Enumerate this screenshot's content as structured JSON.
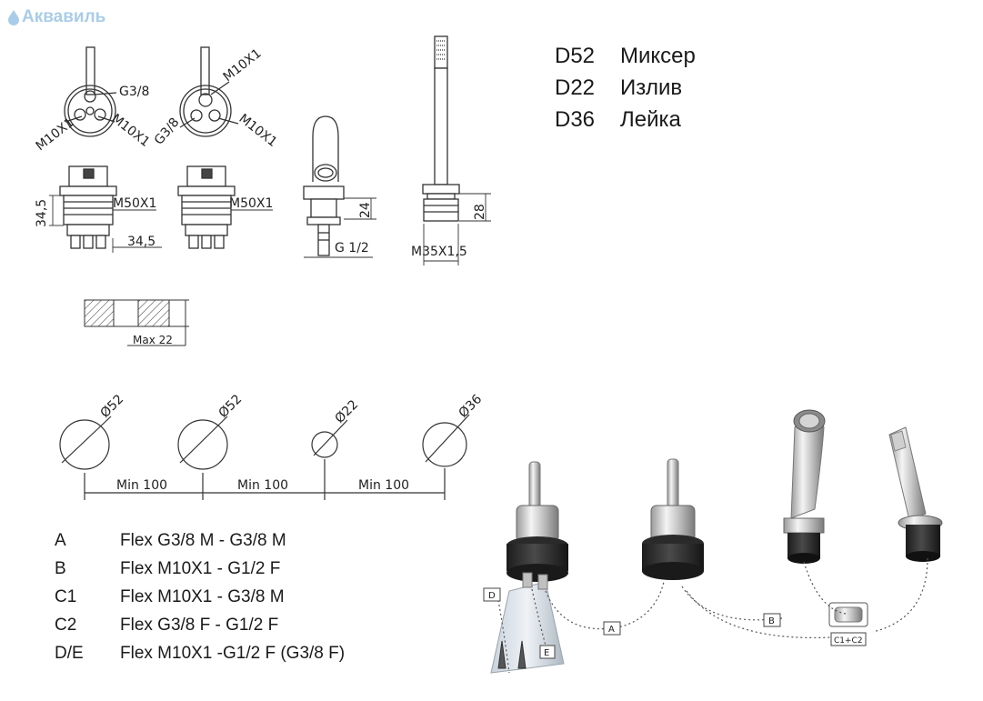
{
  "logo": {
    "text": "Аквавиль",
    "icon": "droplet-icon",
    "color": "#a9cde8"
  },
  "legend": [
    {
      "code": "D52",
      "name": "Миксер"
    },
    {
      "code": "D22",
      "name": "Излив"
    },
    {
      "code": "D36",
      "name": "Лейка"
    }
  ],
  "mixer_top": {
    "left": {
      "g": "G3/8",
      "m_left": "M10X1",
      "m_right": "M10X1"
    },
    "right": {
      "m_top": "M10X1",
      "g": "G3/8",
      "m_right": "M10X1"
    }
  },
  "mixer_body": {
    "height": "34,5",
    "thread_left": "M50X1",
    "thread_right": "M50X1",
    "depth": "34,5"
  },
  "spout": {
    "height": "24",
    "thread": "G 1/2"
  },
  "shower": {
    "height": "28",
    "thread": "M35X1,5"
  },
  "panel": {
    "label": "Max 22"
  },
  "holes": [
    {
      "label": "Ø52"
    },
    {
      "label": "Ø52"
    },
    {
      "label": "Ø22"
    },
    {
      "label": "Ø36"
    }
  ],
  "spacings": [
    "Min 100",
    "Min 100",
    "Min 100"
  ],
  "flex_hoses": [
    {
      "code": "A",
      "desc": "Flex G3/8 M - G3/8 M"
    },
    {
      "code": "B",
      "desc": "Flex M10X1 - G1/2 F"
    },
    {
      "code": "C1",
      "desc": "Flex M10X1 - G3/8 M"
    },
    {
      "code": "C2",
      "desc": "Flex G3/8 F - G1/2 F"
    },
    {
      "code": "D/E",
      "desc": "Flex M10X1 -G1/2 F (G3/8 F)"
    }
  ],
  "illustration_tags": [
    "D",
    "E",
    "A",
    "B",
    "C1+C2"
  ]
}
